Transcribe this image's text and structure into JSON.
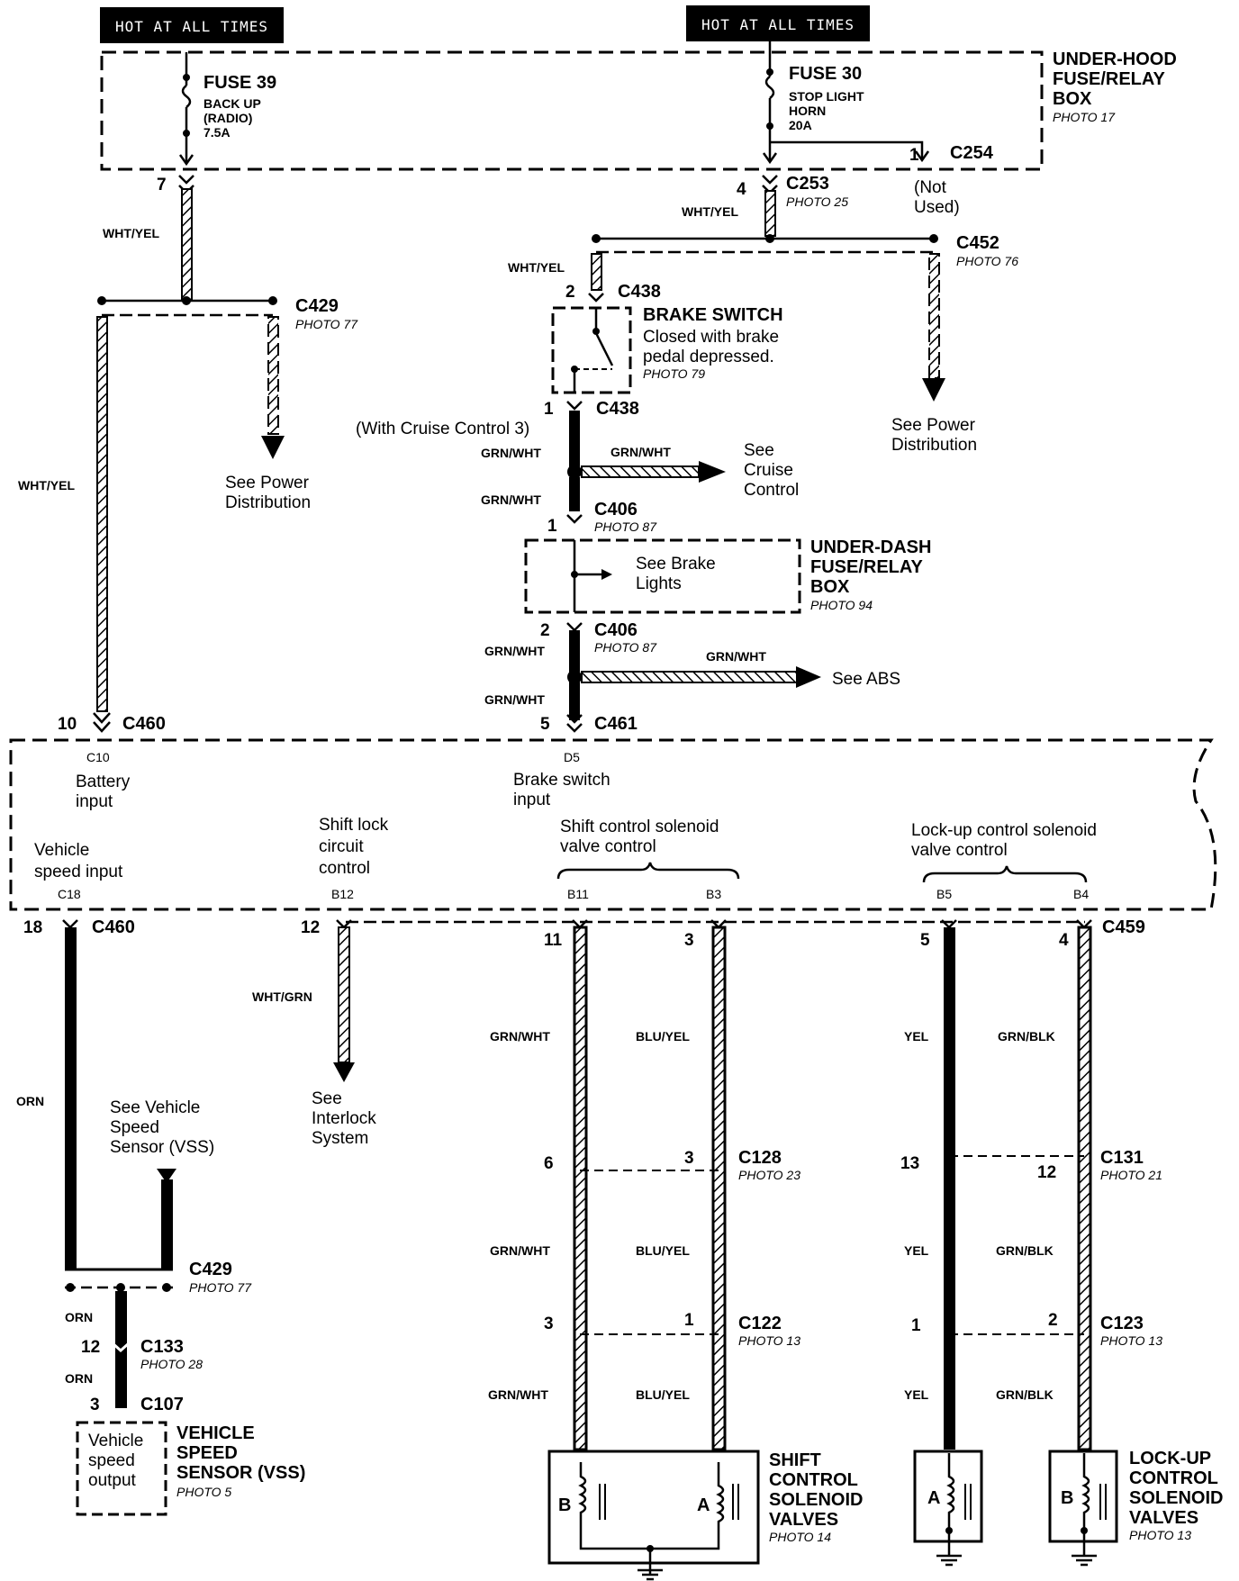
{
  "hot_labels": [
    "HOT AT ALL TIMES",
    "HOT AT ALL TIMES"
  ],
  "underhood": {
    "title": [
      "UNDER-HOOD",
      "FUSE/RELAY",
      "BOX"
    ],
    "photo": "PHOTO 17"
  },
  "fuse39": {
    "name": "FUSE 39",
    "lines": [
      "BACK UP",
      "(RADIO)",
      "7.5A"
    ]
  },
  "fuse30": {
    "name": "FUSE 30",
    "lines": [
      "STOP LIGHT",
      "HORN",
      "20A"
    ]
  },
  "c254": {
    "pin": "1",
    "name": "C254",
    "note": [
      "(Not",
      "Used)"
    ]
  },
  "c253": {
    "pin": "4",
    "name": "C253",
    "photo": "PHOTO 25",
    "wire": "WHT/YEL"
  },
  "pin7": "7",
  "wire_left": "WHT/YEL",
  "c452": {
    "name": "C452",
    "photo": "PHOTO 76"
  },
  "see_power_right": [
    "See Power",
    "Distribution"
  ],
  "c438_top": {
    "wire": "WHT/YEL",
    "pin": "2",
    "name": "C438"
  },
  "brake_switch": {
    "title": "BRAKE SWITCH",
    "desc": [
      "Closed with brake",
      "pedal depressed."
    ],
    "photo": "PHOTO 79"
  },
  "c438_bot": {
    "pin": "1",
    "name": "C438",
    "note": "(With Cruise Control 3)"
  },
  "c429_top": {
    "name": "C429",
    "photo": "PHOTO 77"
  },
  "see_power_left": [
    "See Power",
    "Distribution"
  ],
  "wire_wy_long": "WHT/YEL",
  "cruise": {
    "wire1": "GRN/WHT",
    "wire2": "GRN/WHT",
    "see": [
      "See",
      "Cruise",
      "Control"
    ]
  },
  "c406_top": {
    "wire": "GRN/WHT",
    "pin": "1",
    "name": "C406",
    "photo": "PHOTO 87"
  },
  "underdash": {
    "title": [
      "UNDER-DASH",
      "FUSE/RELAY",
      "BOX"
    ],
    "photo": "PHOTO 94",
    "see": [
      "See Brake",
      "Lights"
    ]
  },
  "c406_bot": {
    "pin": "2",
    "name": "C406",
    "photo": "PHOTO 87",
    "wire": "GRN/WHT"
  },
  "abs": {
    "wire": "GRN/WHT",
    "see": "See ABS"
  },
  "c461": {
    "wire": "GRN/WHT",
    "pin": "5",
    "name": "C461"
  },
  "c460_top": {
    "pin": "10",
    "name": "C460"
  },
  "ecm": {
    "c10": "C10",
    "battery": [
      "Battery",
      "input"
    ],
    "d5": "D5",
    "brake_in": [
      "Brake switch",
      "input"
    ],
    "vehicle_speed": [
      "Vehicle",
      "speed input"
    ],
    "c18": "C18",
    "shift_lock": [
      "Shift lock",
      "circuit",
      "control"
    ],
    "b12": "B12",
    "shift_ctrl": [
      "Shift control solenoid",
      "valve control"
    ],
    "b11": "B11",
    "b3": "B3",
    "lockup_ctrl": [
      "Lock-up control solenoid",
      "valve control"
    ],
    "b5": "B5",
    "b4": "B4"
  },
  "c460_bot": {
    "pin": "18",
    "name": "C460"
  },
  "pin12_wg": "12",
  "wire_wg": "WHT/GRN",
  "see_interlock": [
    "See",
    "Interlock",
    "System"
  ],
  "pins_c459": [
    "11",
    "3",
    "5",
    "4"
  ],
  "c459": "C459",
  "wire_orn": "ORN",
  "see_vss": [
    "See Vehicle",
    "Speed",
    "Sensor (VSS)"
  ],
  "c429_bot": {
    "name": "C429",
    "photo": "PHOTO 77"
  },
  "c133": {
    "wire_top": "ORN",
    "pin": "12",
    "name": "C133",
    "photo": "PHOTO 28",
    "wire_bot": "ORN"
  },
  "c107": {
    "pin": "3",
    "name": "C107"
  },
  "vss": {
    "inner": [
      "Vehicle",
      "speed",
      "output"
    ],
    "title": [
      "VEHICLE",
      "SPEED",
      "SENSOR (VSS)"
    ],
    "photo": "PHOTO 5"
  },
  "wires_row1": [
    "GRN/WHT",
    "BLU/YEL",
    "YEL",
    "GRN/BLK"
  ],
  "c128": {
    "pins": [
      "6",
      "3"
    ],
    "name": "C128",
    "photo": "PHOTO 23"
  },
  "c131": {
    "pins": [
      "13",
      "12"
    ],
    "name": "C131",
    "photo": "PHOTO 21"
  },
  "wires_row2": [
    "GRN/WHT",
    "BLU/YEL",
    "YEL",
    "GRN/BLK"
  ],
  "c122": {
    "pins": [
      "3",
      "1"
    ],
    "name": "C122",
    "photo": "PHOTO 13"
  },
  "c123": {
    "pins": [
      "1",
      "2"
    ],
    "name": "C123",
    "photo": "PHOTO 13"
  },
  "wires_row3": [
    "GRN/WHT",
    "BLU/YEL",
    "YEL",
    "GRN/BLK"
  ],
  "shift_valves": {
    "title": [
      "SHIFT",
      "CONTROL",
      "SOLENOID",
      "VALVES"
    ],
    "photo": "PHOTO 14",
    "a": "A",
    "b": "B"
  },
  "lockup_valves": {
    "title": [
      "LOCK-UP",
      "CONTROL",
      "SOLENOID",
      "VALVES"
    ],
    "photo": "PHOTO 13",
    "a": "A",
    "b": "B"
  }
}
